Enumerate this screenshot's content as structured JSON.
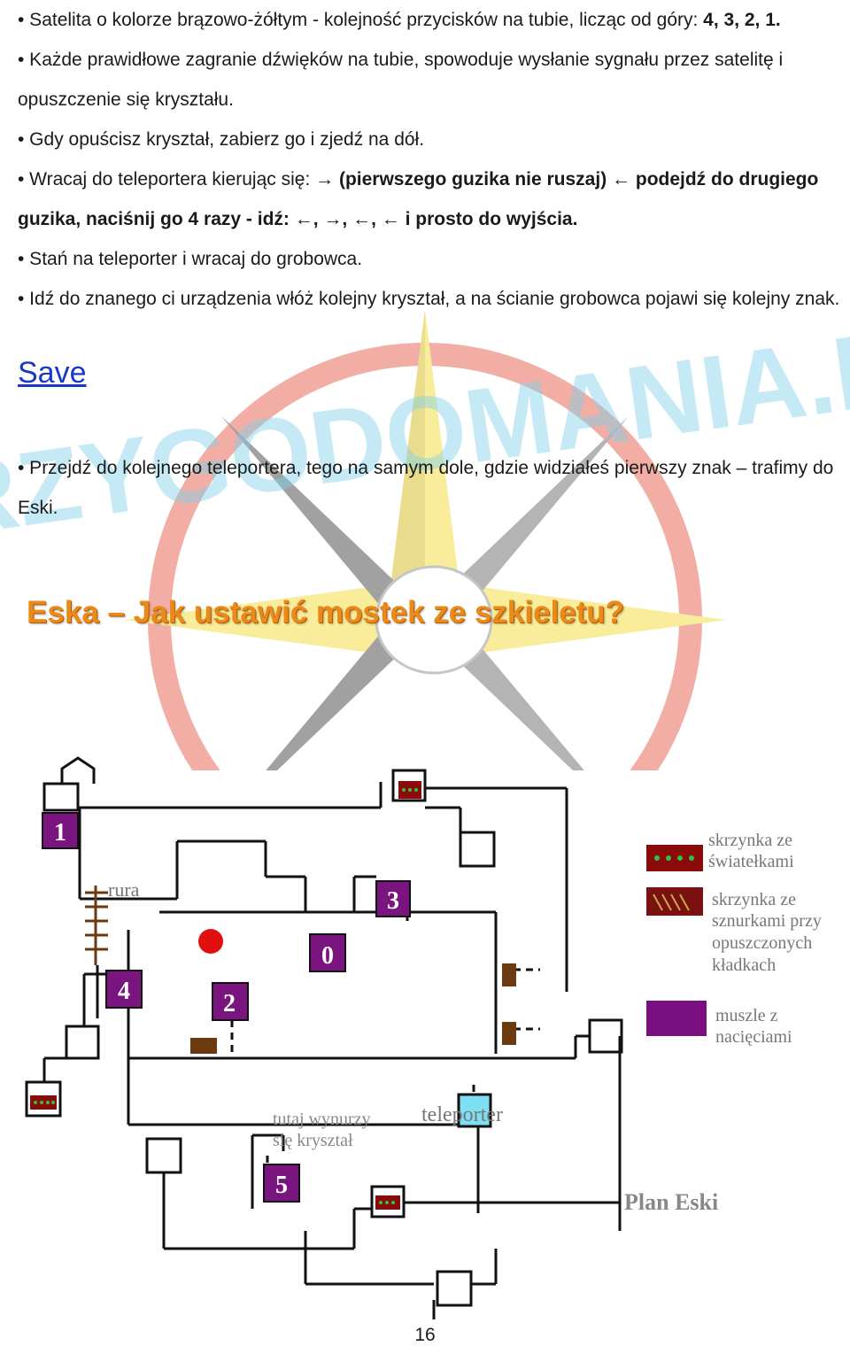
{
  "paragraphs": {
    "p1_text": "• Satelita o kolorze brązowo-żółtym - kolejność przycisków na tubie, licząc od góry: ",
    "p1_bold": "4, 3, 2, 1.",
    "p2": "• Każde prawidłowe zagranie dźwięków na tubie, spowoduje wysłanie sygnału przez satelitę i opuszczenie się kryształu.",
    "p3": "• Gdy opuścisz kryształ, zabierz go i zjedź na dół.",
    "p4_text": "• Wracaj do teleportera kierując się: ",
    "p4_bold": "→ (pierwszego guzika nie ruszaj) ← podejdź do drugiego guzika, naciśnij go 4 razy - idź: ←, →, ←, ← i prosto do wyjścia.",
    "p5": "• Stań na teleporter i wracaj do grobowca.",
    "p6": "• Idź do znanego ci urządzenia włóż kolejny kryształ, a na ścianie grobowca pojawi się kolejny znak.",
    "p7": "• Przejdź do kolejnego teleportera, tego na samym dole, gdzie widziałeś pierwszy znak – trafimy do Eski."
  },
  "save_link": "Save",
  "heading": "Eska – Jak ustawić mostek ze szkieletu?",
  "watermark": "PRZYGODOMANIA.PL",
  "map": {
    "room_numbers": [
      "1",
      "2",
      "3",
      "0",
      "4",
      "5"
    ],
    "labels": {
      "rura": "rura",
      "crystal_line1": "tutaj wynurzy",
      "crystal_line2": "się kryształ",
      "teleporter": "teleporter",
      "plan": "Plan Eski"
    },
    "legend": {
      "lights_line1": "skrzynka ze",
      "lights_line2": "światełkami",
      "strings_line1": "skrzynka ze",
      "strings_line2": "sznurkami przy",
      "strings_line3": "opuszczonych",
      "strings_line4": "kładkach",
      "shells_line1": "muszle z",
      "shells_line2": "nacięciami"
    },
    "colors": {
      "room": "#7a1580",
      "lights_box": "#8b0a0a",
      "lights_dot": "#2fc14a",
      "strings_box": "#7a1010",
      "shells": "#7a0f82",
      "teleporter": "#7ee0f2",
      "crystal": "#e01010",
      "crate": "#6b3a10",
      "label": "#777777"
    }
  },
  "page_number": "16"
}
